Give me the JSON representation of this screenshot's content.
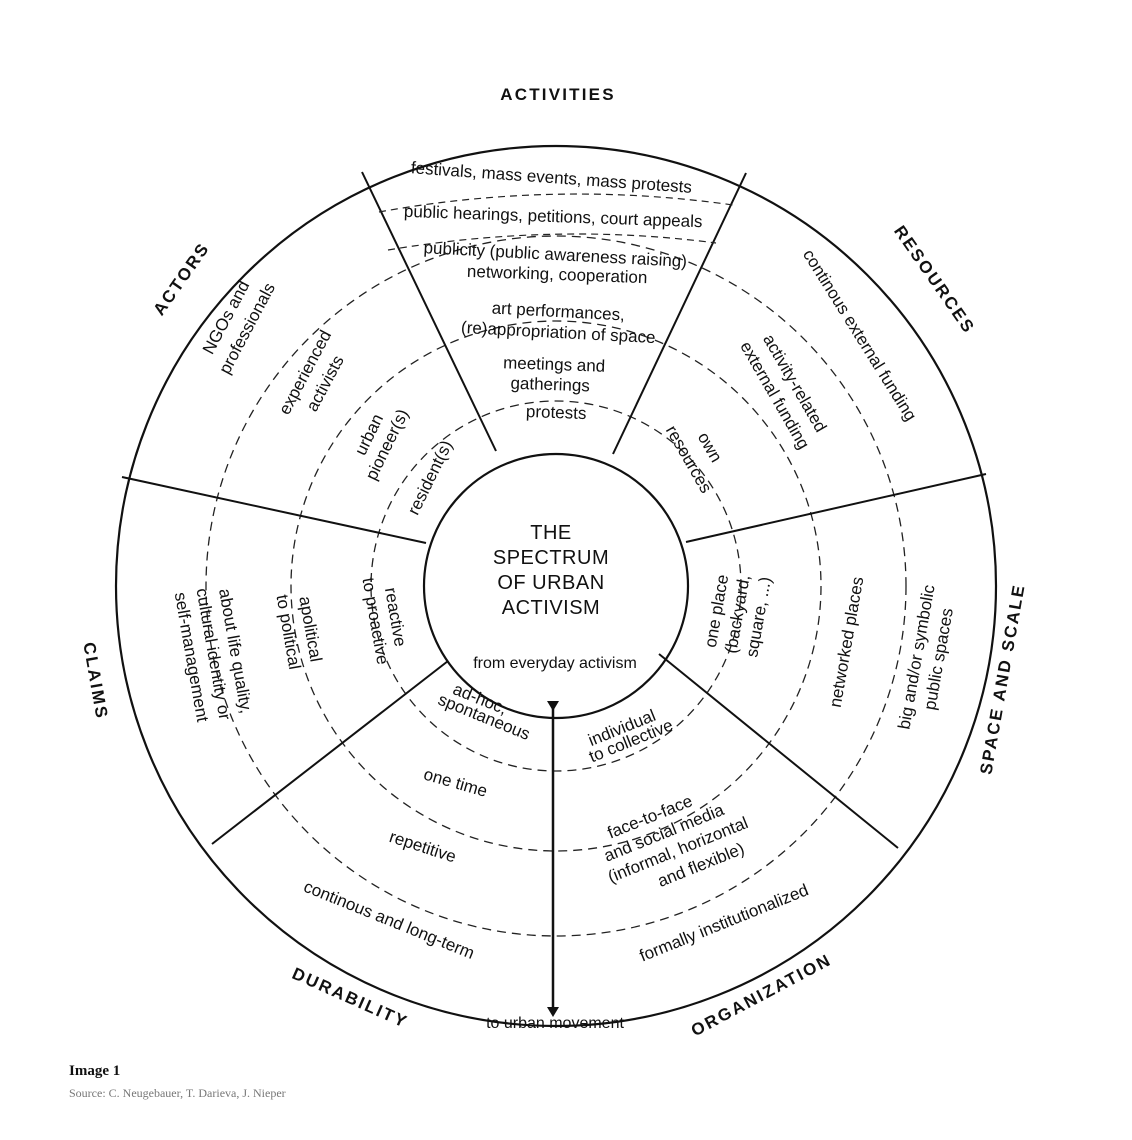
{
  "center": {
    "lines": [
      "THE",
      "SPECTRUM",
      "OF URBAN",
      "ACTIVISM"
    ],
    "from": "from everyday activism",
    "to": "to urban movement"
  },
  "categories": {
    "activities": "ACTIVITIES",
    "resources": "RESOURCES",
    "space_and_scale": "SPACE AND SCALE",
    "organization": "ORGANIZATION",
    "durability": "DURABILITY",
    "claims": "CLAIMS",
    "actors": "ACTORS"
  },
  "activities": {
    "festivals": "festivals, mass events, mass protests",
    "hearings": "public hearings, petitions, court appeals",
    "publicity_1": "publicity (public awareness raising)",
    "publicity_2": "networking, cooperation",
    "art_1": "art performances,",
    "art_2": "(re)appropriation of space",
    "meetings_1": "meetings and",
    "meetings_2": "gatherings",
    "protests": "protests"
  },
  "resources": {
    "continuous": "continous external funding",
    "activity_1": "activity-related",
    "activity_2": "external funding",
    "own_1": "own",
    "own_2": "resources"
  },
  "space": {
    "one_1": "one place",
    "one_2": "(backyard,",
    "one_3": "square, ...)",
    "networked": "networked places",
    "big_1": "big and/or symbolic",
    "big_2": "public spaces"
  },
  "organization": {
    "individual_1": "individual",
    "individual_2": "to collective",
    "face_1": "face-to-face",
    "face_2": "and social media",
    "face_3": "(informal, horizontal",
    "face_4": "and flexible)",
    "formal": "formally institutionalized"
  },
  "durability": {
    "adhoc_1": "ad-hoc,",
    "adhoc_2": "spontaneous",
    "onetime": "one time",
    "repetitive": "repetitive",
    "continuous": "continous and long-term"
  },
  "claims": {
    "reactive_1": "reactive",
    "reactive_2": "to proactive",
    "apolitical_1": "apolitical",
    "apolitical_2": "to political",
    "about_1": "about life quality,",
    "about_2": "cultural identity or",
    "about_3": "self-management"
  },
  "actors": {
    "ngo_1": "NGOs and",
    "ngo_2": "professionals",
    "exp_1": "experienced",
    "exp_2": "activists",
    "urban_1": "urban",
    "urban_2": "pioneer(s)",
    "residents": "resident(s)"
  },
  "caption": {
    "title": "Image 1",
    "source": "Source: C. Neugebauer, T. Darieva, J. Nieper"
  }
}
